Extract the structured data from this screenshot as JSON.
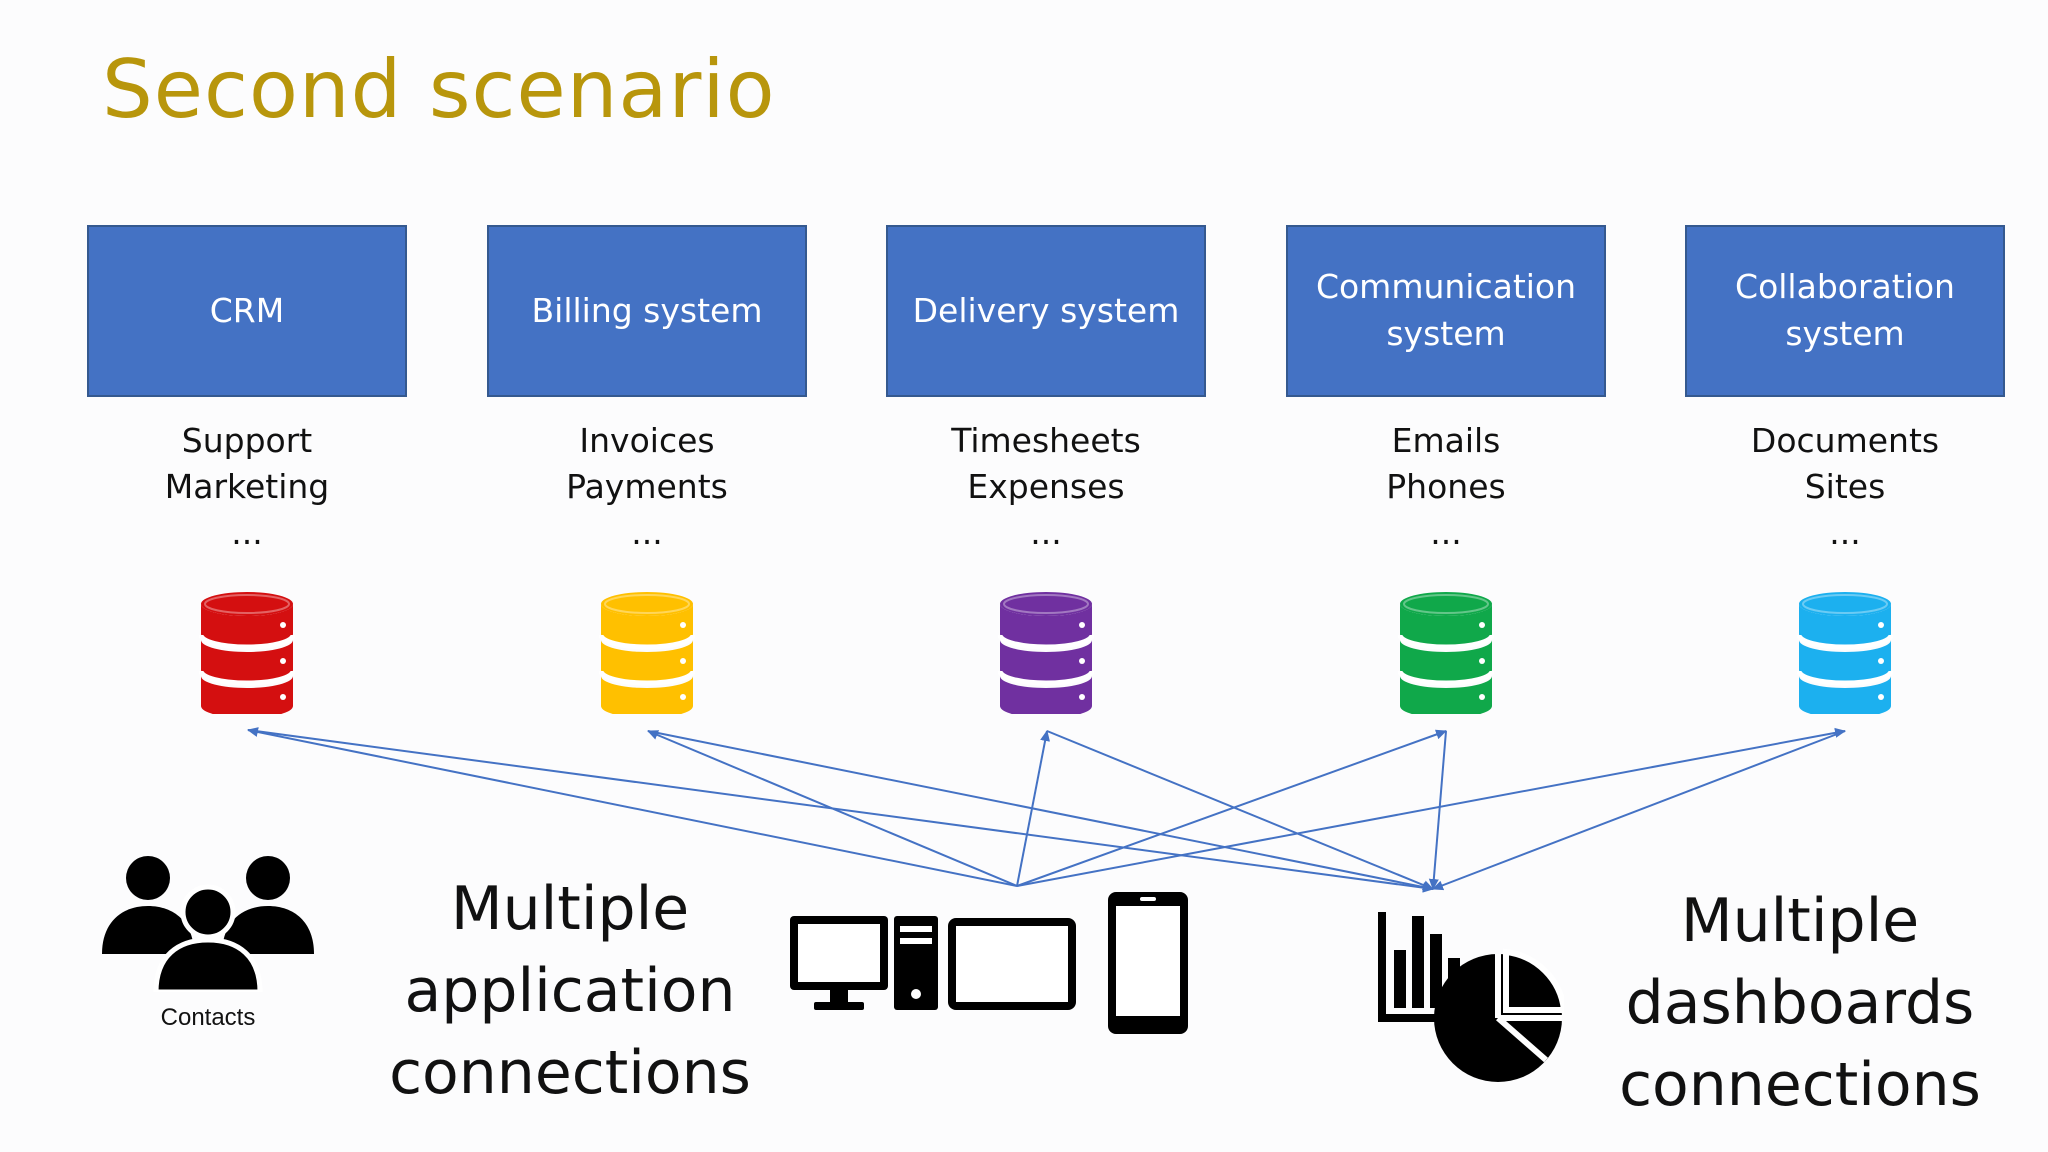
{
  "title": "Second scenario",
  "systems": [
    {
      "name": "CRM",
      "items": [
        "Support",
        "Marketing",
        "..."
      ],
      "db_color": "#d40f10"
    },
    {
      "name": "Billing system",
      "items": [
        "Invoices",
        "Payments",
        "..."
      ],
      "db_color": "#ffc000"
    },
    {
      "name": "Delivery system",
      "items": [
        "Timesheets",
        "Expenses",
        "..."
      ],
      "db_color": "#7030a0"
    },
    {
      "name": "Communication system",
      "items": [
        "Emails",
        "Phones",
        "..."
      ],
      "db_color": "#10a84a"
    },
    {
      "name": "Collaboration system",
      "items": [
        "Documents",
        "Sites",
        "..."
      ],
      "db_color": "#1cb0ef"
    }
  ],
  "contacts": {
    "label": "Contacts",
    "icon": "people-group-icon"
  },
  "applications": {
    "lines": [
      "Multiple",
      "application",
      "connections"
    ],
    "icon": "devices-icon"
  },
  "dashboards": {
    "lines": [
      "Multiple",
      "dashboards",
      "connections"
    ],
    "icon": "bar-pie-chart-icon"
  },
  "colors": {
    "title": "#b8960c",
    "box": "#4472c4",
    "connector": "#4472c4"
  }
}
